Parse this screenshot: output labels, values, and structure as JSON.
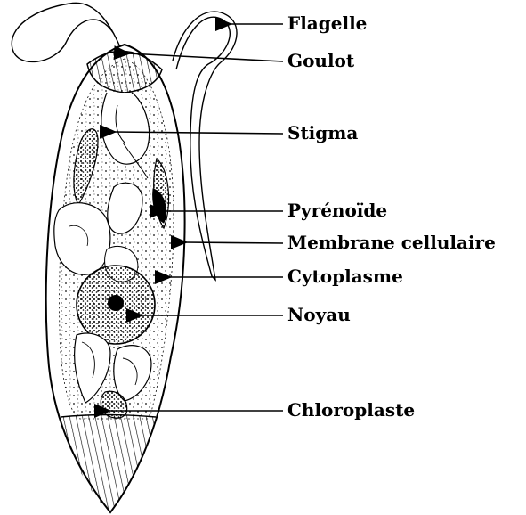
{
  "diagram": {
    "labels": {
      "flagelle": "Flagelle",
      "goulot": "Goulot",
      "stigma": "Stigma",
      "pyrenoide": "Pyrénoïde",
      "membrane": "Membrane cellulaire",
      "cytoplasme": "Cytoplasme",
      "noyau": "Noyau",
      "chloroplaste": "Chloroplaste"
    }
  },
  "colors": {
    "ink": "#000000",
    "background": "#ffffff"
  }
}
